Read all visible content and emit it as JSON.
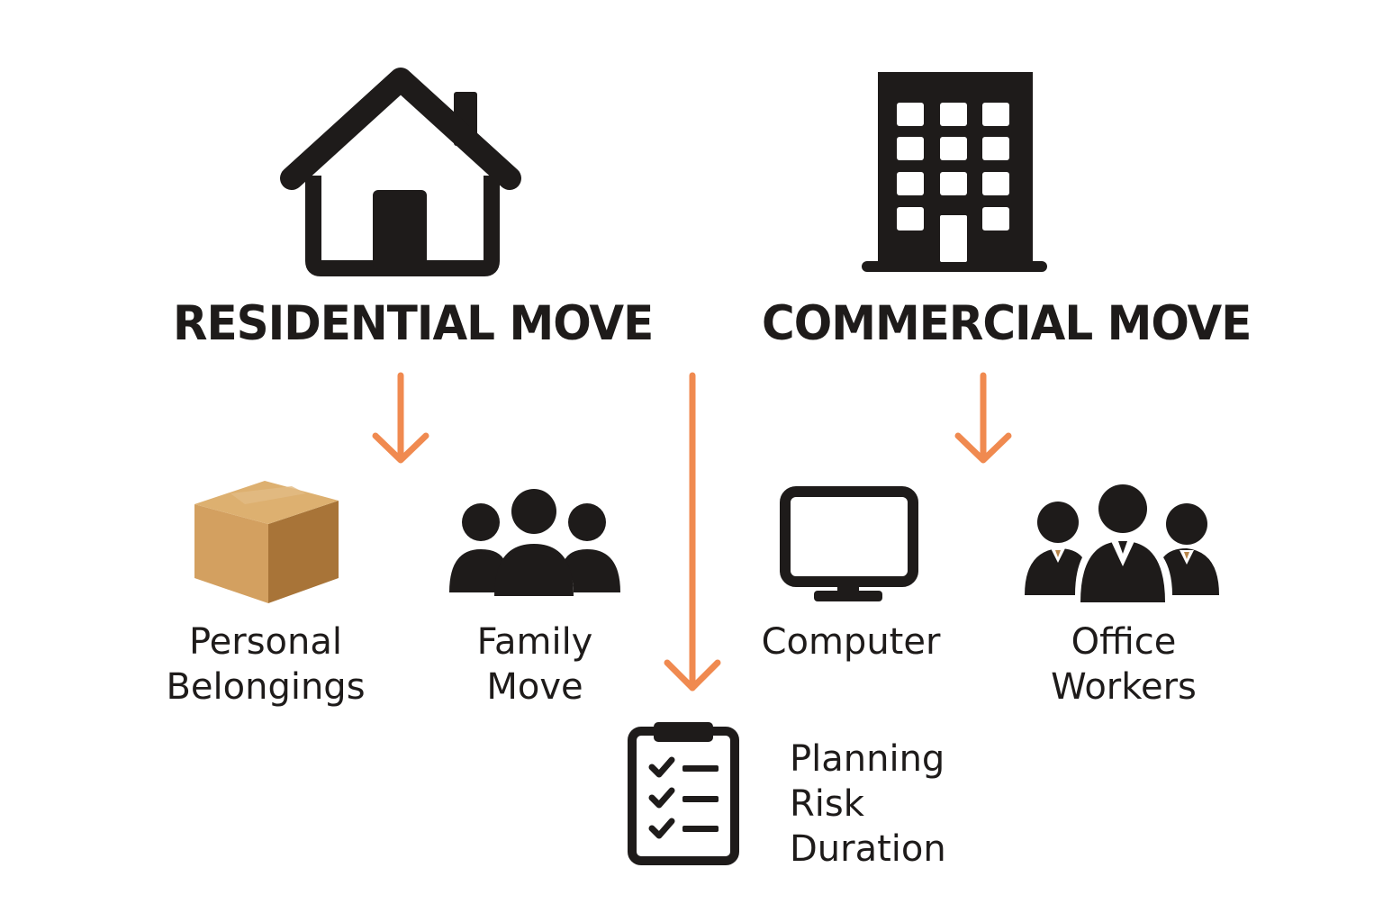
{
  "residential": {
    "title": "RESIDENTIAL MOVE",
    "icon": "house-icon",
    "items": [
      {
        "icon": "box-icon",
        "lines": [
          "Personal",
          "Belongings"
        ]
      },
      {
        "icon": "family-icon",
        "lines": [
          "Family",
          "Move"
        ]
      }
    ]
  },
  "commercial": {
    "title": "COMMERCIAL MOVE",
    "icon": "office-building-icon",
    "items": [
      {
        "icon": "computer-monitor-icon",
        "lines": [
          "Computer"
        ]
      },
      {
        "icon": "office-workers-icon",
        "lines": [
          "Office",
          "Workers"
        ]
      }
    ]
  },
  "shared": {
    "icon": "checklist-clipboard-icon",
    "factors": [
      "Planning",
      "Risk",
      "Duration"
    ]
  },
  "colors": {
    "arrow": "#F08A50",
    "ink": "#1E1B1A",
    "box_light": "#D3A060",
    "box_dark": "#A87438"
  }
}
